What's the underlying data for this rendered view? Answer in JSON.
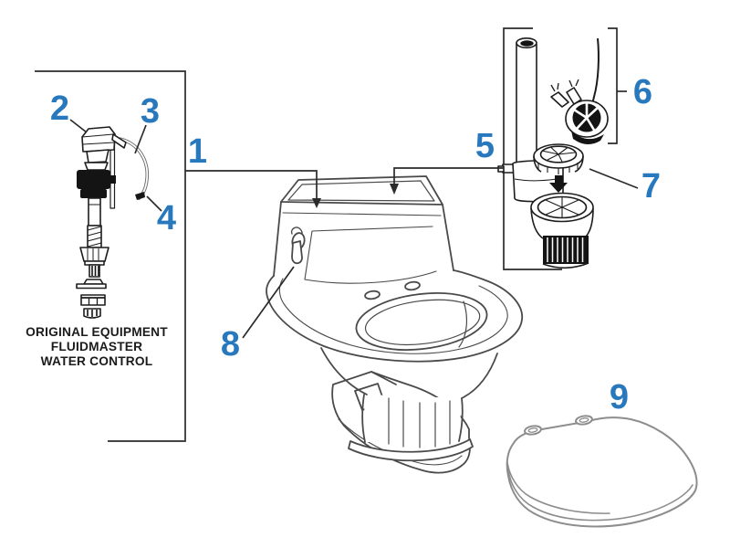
{
  "diagram_title": "toilet-repair-parts-diagram",
  "palette": {
    "callout_blue": "#2878be",
    "outline_dark": "#262626",
    "toilet_line": "#4a4a4a",
    "seat_gray": "#8d8d8d"
  },
  "callouts": [
    {
      "label": "1"
    },
    {
      "label": "2"
    },
    {
      "label": "3"
    },
    {
      "label": "4"
    },
    {
      "label": "5"
    },
    {
      "label": "6"
    },
    {
      "label": "7"
    },
    {
      "label": "8"
    },
    {
      "label": "9"
    }
  ],
  "caption": {
    "lines": [
      "ORIGINAL EQUIPMENT",
      "FLUIDMASTER",
      "WATER CONTROL"
    ]
  }
}
